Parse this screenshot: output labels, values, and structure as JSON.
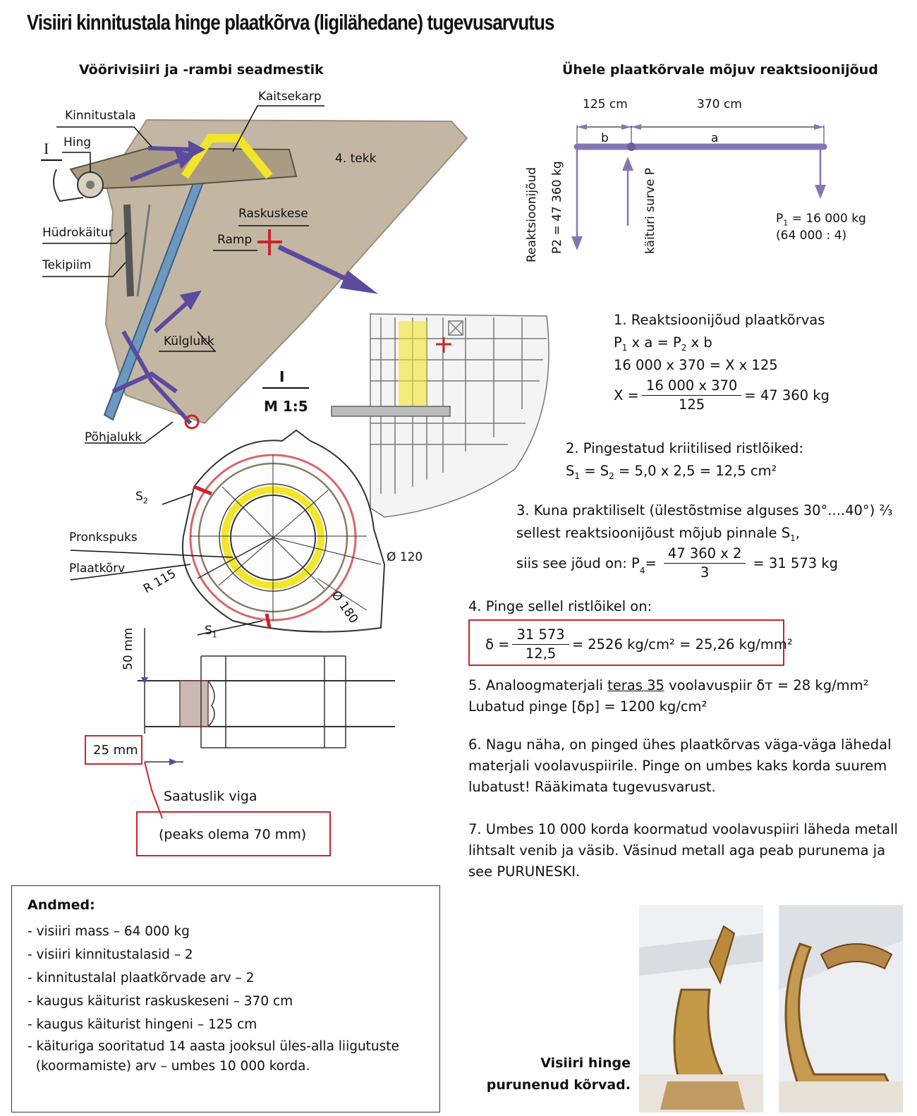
{
  "title": "Visiiri kinnitustala hinge plaatkõrva (ligilähedane) tugevusarvutus",
  "left_diagram": {
    "heading": "Vöörivisiiri ja -rambi seadmestik",
    "labels": {
      "kaitsekarp": "Kaitsekarp",
      "kinnitustala": "Kinnitustala",
      "hing": "Hing",
      "roman": "I",
      "tekk": "4. tekk",
      "raskuskese": "Raskuskese",
      "ramp": "Ramp",
      "hudrokaitur": "Hüdrokäitur",
      "tekipiim": "Tekipiim",
      "kulglukk": "Külglukk",
      "pohjalukk": "Põhjalukk",
      "detail_num": "I",
      "detail_scale": "M 1:5",
      "s2": "S",
      "s2_sub": "2",
      "s1": "S",
      "s1_sub": "1",
      "pronkspuks": "Pronkspuks",
      "plaatkorv": "Plaatkõrv",
      "r115": "R 115",
      "d120": "Ø 120",
      "d180": "Ø 180",
      "mm50": "50 mm",
      "mm25": "25 mm",
      "saatuslik": "Saatuslik viga",
      "peaks": "(peaks olema 70 mm)"
    }
  },
  "force_diagram": {
    "heading": "Ühele plaatkõrvale mõjuv reaktsioonijõud",
    "dim_b": "125 cm",
    "dim_a": "370 cm",
    "b": "b",
    "a": "a",
    "reaktsioon": "Reaktsioonijõud",
    "p2": "P2 = 47 360 kg",
    "kaituri": "käituri surve P",
    "p1": "P",
    "p1_sub": "1",
    "p1_val": " = 16 000 kg",
    "p1_note": "(64 000 : 4)"
  },
  "calc": {
    "s1_title": "1. Reaktsioonijõud plaatkõrvas",
    "s1_l1a": "P",
    "s1_l1b": "1",
    "s1_l1c": " x a = P",
    "s1_l1d": "2",
    "s1_l1e": " x b",
    "s1_l2": "16 000 x 370 = X x 125",
    "s1_x": "X =",
    "s1_num": "16 000 x 370",
    "s1_den": "125",
    "s1_res": "= 47 360 kg",
    "s2_title": "2. Pingestatud kriitilised ristlõiked:",
    "s2_a": "S",
    "s2_b": "1",
    "s2_c": " = S",
    "s2_d": "2",
    "s2_e": " = 5,0 x 2,5 = 12,5 cm²",
    "s3_l1": "3. Kuna praktiliselt (ülestõstmise alguses 30°....40°) ⅔",
    "s3_l2a": "sellest reaktsioonijõust mõjub pinnale S",
    "s3_l2b": "1",
    "s3_l2c": ",",
    "s3_pre": "siis see jõud on: P",
    "s3_pre_sub": "4",
    "s3_eq": " =",
    "s3_num": "47 360 x 2",
    "s3_den": "3",
    "s3_res": "= 31 573 kg",
    "s4_title": "4. Pinge sellel ristlõikel on:",
    "s4_d": "δ =",
    "s4_num": "31 573",
    "s4_den": "12,5",
    "s4_res": "= 2526 kg/cm² = 25,26 kg/mm²",
    "s5_l1a": "5. Analoogmaterjali ",
    "s5_l1b": "teras 35",
    "s5_l1c": " voolavuspiir δт = 28 kg/mm²",
    "s5_l2": "Lubatud pinge [δp] = 1200 kg/cm²",
    "s6_l1": "6. Nagu näha, on pinged ühes plaatkõrvas väga-väga lähedal",
    "s6_l2": "materjali voolavuspiirile. Pinge on umbes kaks korda suurem",
    "s6_l3": "lubatust! Rääkimata tugevusvarust.",
    "s7_l1": "7. Umbes 10 000 korda koormatud voolavuspiiri läheda metall",
    "s7_l2": "lihtsalt venib ja väsib. Väsinud metall aga peab purunema ja",
    "s7_l3": "see PURUNESKI."
  },
  "andmed": {
    "heading": "Andmed:",
    "items": [
      "- visiiri mass – 64 000 kg",
      "- visiiri kinnitustalasid – 2",
      "- kinnitustalal plaatkõrvade arv – 2",
      "- kaugus käiturist raskuskeseni – 370 cm",
      "- kaugus käiturist hingeni – 125 cm",
      "- käituriga sooritatud 14 aasta jooksul üles-alla liigutuste",
      "  (koormamiste) arv – umbes 10 000 korda."
    ]
  },
  "caption": {
    "l1": "Visiiri hinge",
    "l2": "purunenud kõrvad."
  },
  "colors": {
    "red": "#c8262c",
    "purple": "#5b4a9e",
    "yellow": "#f2e52a",
    "blue": "#5f8fb8",
    "brown": "#b3a48c"
  }
}
